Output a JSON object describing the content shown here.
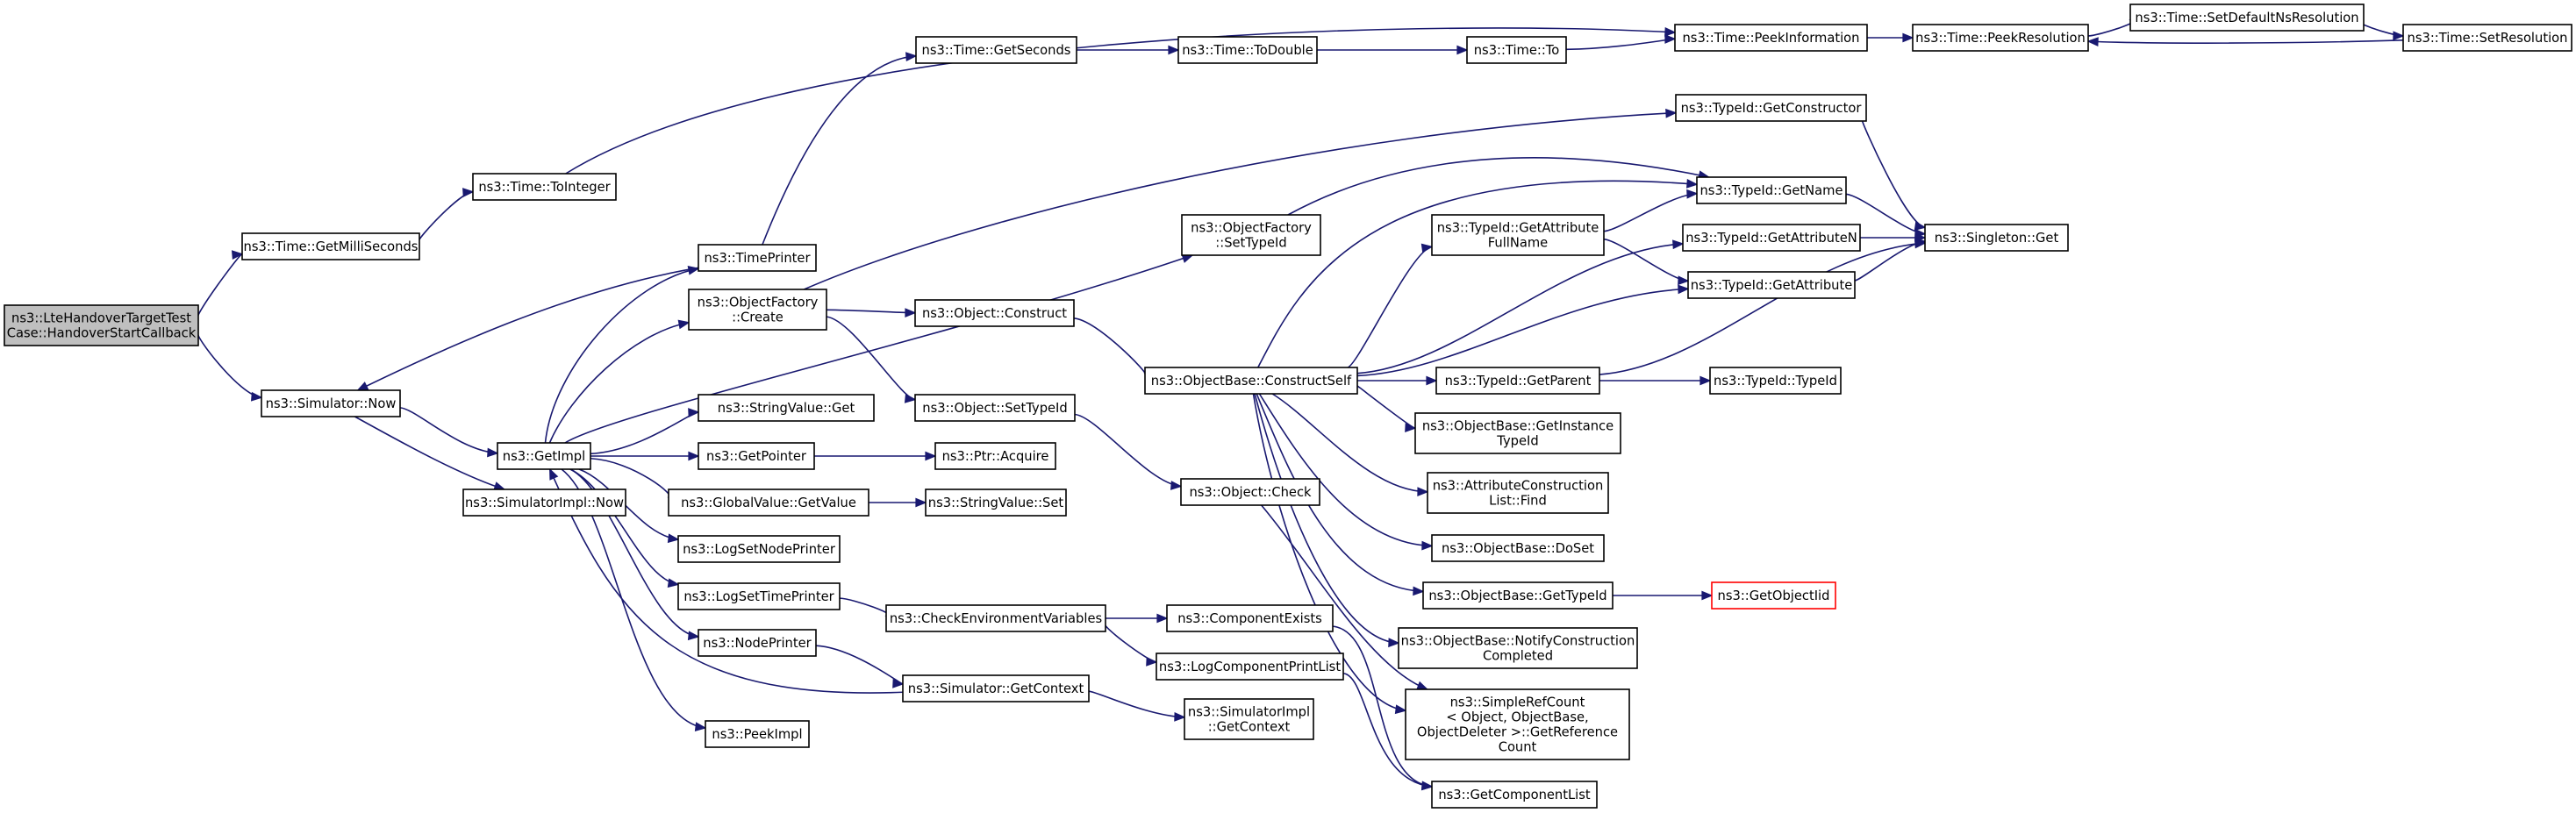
{
  "graph": {
    "type": "call-graph",
    "edge_color": "#191970",
    "highlight_fill": "#bfbfbf",
    "broken_link_color": "#ff0000",
    "nodes": [
      {
        "id": "root",
        "lines": [
          "ns3::LteHandoverTargetTest",
          "Case::HandoverStartCallback"
        ],
        "style": "root"
      },
      {
        "id": "getmilli",
        "lines": [
          "ns3::Time::GetMilliSeconds"
        ]
      },
      {
        "id": "now",
        "lines": [
          "ns3::Simulator::Now"
        ]
      },
      {
        "id": "tointeger",
        "lines": [
          "ns3::Time::ToInteger"
        ]
      },
      {
        "id": "peekinfo",
        "lines": [
          "ns3::Time::PeekInformation"
        ]
      },
      {
        "id": "peekres",
        "lines": [
          "ns3::Time::PeekResolution"
        ]
      },
      {
        "id": "setdefault",
        "lines": [
          "ns3::Time::SetDefaultNsResolution"
        ]
      },
      {
        "id": "setres",
        "lines": [
          "ns3::Time::SetResolution"
        ]
      },
      {
        "id": "getimpl",
        "lines": [
          "ns3::GetImpl"
        ]
      },
      {
        "id": "simimplnow",
        "lines": [
          "ns3::SimulatorImpl::Now"
        ]
      },
      {
        "id": "timeprinter",
        "lines": [
          "ns3::TimePrinter"
        ]
      },
      {
        "id": "getseconds",
        "lines": [
          "ns3::Time::GetSeconds"
        ]
      },
      {
        "id": "todouble",
        "lines": [
          "ns3::Time::ToDouble"
        ]
      },
      {
        "id": "timeto",
        "lines": [
          "ns3::Time::To"
        ]
      },
      {
        "id": "ofcreate",
        "lines": [
          "ns3::ObjectFactory",
          "::Create"
        ]
      },
      {
        "id": "stringget",
        "lines": [
          "ns3::StringValue::Get"
        ]
      },
      {
        "id": "getpointer",
        "lines": [
          "ns3::GetPointer"
        ]
      },
      {
        "id": "gvgetvalue",
        "lines": [
          "ns3::GlobalValue::GetValue"
        ]
      },
      {
        "id": "logsetnode",
        "lines": [
          "ns3::LogSetNodePrinter"
        ]
      },
      {
        "id": "logsettime",
        "lines": [
          "ns3::LogSetTimePrinter"
        ]
      },
      {
        "id": "nodeprinter",
        "lines": [
          "ns3::NodePrinter"
        ]
      },
      {
        "id": "peekimpl",
        "lines": [
          "ns3::PeekImpl"
        ]
      },
      {
        "id": "objconstruct",
        "lines": [
          "ns3::Object::Construct"
        ]
      },
      {
        "id": "objsettypeid",
        "lines": [
          "ns3::Object::SetTypeId"
        ]
      },
      {
        "id": "ptracquire",
        "lines": [
          "ns3::Ptr::Acquire"
        ]
      },
      {
        "id": "stringset",
        "lines": [
          "ns3::StringValue::Set"
        ]
      },
      {
        "id": "checkenv",
        "lines": [
          "ns3::CheckEnvironmentVariables"
        ]
      },
      {
        "id": "simgetcontext",
        "lines": [
          "ns3::Simulator::GetContext"
        ]
      },
      {
        "id": "ofsettypeid",
        "lines": [
          "ns3::ObjectFactory",
          "::SetTypeId"
        ]
      },
      {
        "id": "obconstructself",
        "lines": [
          "ns3::ObjectBase::ConstructSelf"
        ]
      },
      {
        "id": "objcheck",
        "lines": [
          "ns3::Object::Check"
        ]
      },
      {
        "id": "compexists",
        "lines": [
          "ns3::ComponentExists"
        ]
      },
      {
        "id": "logcompprint",
        "lines": [
          "ns3::LogComponentPrintList"
        ]
      },
      {
        "id": "simimplgetcontext",
        "lines": [
          "ns3::SimulatorImpl",
          "::GetContext"
        ]
      },
      {
        "id": "tidgetattrfull",
        "lines": [
          "ns3::TypeId::GetAttribute",
          "FullName"
        ]
      },
      {
        "id": "tidgetparent",
        "lines": [
          "ns3::TypeId::GetParent"
        ]
      },
      {
        "id": "obgetinstance",
        "lines": [
          "ns3::ObjectBase::GetInstance",
          "TypeId"
        ]
      },
      {
        "id": "acfind",
        "lines": [
          "ns3::AttributeConstruction",
          "List::Find"
        ]
      },
      {
        "id": "obdoset",
        "lines": [
          "ns3::ObjectBase::DoSet"
        ]
      },
      {
        "id": "obgettypeid",
        "lines": [
          "ns3::ObjectBase::GetTypeId"
        ]
      },
      {
        "id": "obnotify",
        "lines": [
          "ns3::ObjectBase::NotifyConstruction",
          "Completed"
        ]
      },
      {
        "id": "simplerefcount",
        "lines": [
          "ns3::SimpleRefCount",
          "< Object, ObjectBase,",
          "ObjectDeleter >::GetReference",
          "Count"
        ]
      },
      {
        "id": "getcomplist",
        "lines": [
          "ns3::GetComponentList"
        ]
      },
      {
        "id": "tidgetconstructor",
        "lines": [
          "ns3::TypeId::GetConstructor"
        ]
      },
      {
        "id": "tidgetname",
        "lines": [
          "ns3::TypeId::GetName"
        ]
      },
      {
        "id": "tidgetattrn",
        "lines": [
          "ns3::TypeId::GetAttributeN"
        ]
      },
      {
        "id": "tidgetattr",
        "lines": [
          "ns3::TypeId::GetAttribute"
        ]
      },
      {
        "id": "tidtypeid",
        "lines": [
          "ns3::TypeId::TypeId"
        ]
      },
      {
        "id": "getobjectiid",
        "lines": [
          "ns3::GetObjectIid"
        ],
        "style": "red"
      },
      {
        "id": "singletonget",
        "lines": [
          "ns3::Singleton::Get"
        ]
      }
    ],
    "edges": [
      [
        "root",
        "getmilli"
      ],
      [
        "root",
        "now"
      ],
      [
        "getmilli",
        "tointeger"
      ],
      [
        "tointeger",
        "peekinfo"
      ],
      [
        "peekinfo",
        "peekres"
      ],
      [
        "peekres",
        "setdefault"
      ],
      [
        "setdefault",
        "setres"
      ],
      [
        "setres",
        "peekres"
      ],
      [
        "now",
        "getimpl"
      ],
      [
        "now",
        "simimplnow"
      ],
      [
        "getimpl",
        "timeprinter"
      ],
      [
        "getimpl",
        "ofcreate"
      ],
      [
        "getimpl",
        "ofsettypeid"
      ],
      [
        "getimpl",
        "stringget"
      ],
      [
        "getimpl",
        "getpointer"
      ],
      [
        "getimpl",
        "gvgetvalue"
      ],
      [
        "getimpl",
        "logsetnode"
      ],
      [
        "getimpl",
        "logsettime"
      ],
      [
        "getimpl",
        "nodeprinter"
      ],
      [
        "getimpl",
        "peekimpl"
      ],
      [
        "timeprinter",
        "now"
      ],
      [
        "timeprinter",
        "getseconds"
      ],
      [
        "getseconds",
        "todouble"
      ],
      [
        "todouble",
        "timeto"
      ],
      [
        "timeto",
        "peekinfo"
      ],
      [
        "ofcreate",
        "tidgetconstructor"
      ],
      [
        "ofcreate",
        "objconstruct"
      ],
      [
        "ofcreate",
        "objsettypeid"
      ],
      [
        "objconstruct",
        "obconstructself"
      ],
      [
        "objsettypeid",
        "objcheck"
      ],
      [
        "getpointer",
        "ptracquire"
      ],
      [
        "gvgetvalue",
        "stringset"
      ],
      [
        "logsettime",
        "checkenv"
      ],
      [
        "checkenv",
        "compexists"
      ],
      [
        "checkenv",
        "logcompprint"
      ],
      [
        "nodeprinter",
        "simgetcontext"
      ],
      [
        "simgetcontext",
        "getimpl"
      ],
      [
        "simgetcontext",
        "simimplgetcontext"
      ],
      [
        "ofsettypeid",
        "tidgetname"
      ],
      [
        "obconstructself",
        "tidgetattrfull"
      ],
      [
        "obconstructself",
        "tidgetname"
      ],
      [
        "obconstructself",
        "tidgetattrn"
      ],
      [
        "obconstructself",
        "tidgetattr"
      ],
      [
        "obconstructself",
        "tidgetparent"
      ],
      [
        "obconstructself",
        "obgetinstance"
      ],
      [
        "obconstructself",
        "acfind"
      ],
      [
        "obconstructself",
        "obdoset"
      ],
      [
        "obconstructself",
        "obgettypeid"
      ],
      [
        "obconstructself",
        "obnotify"
      ],
      [
        "obconstructself",
        "simplerefcount"
      ],
      [
        "objcheck",
        "simplerefcount"
      ],
      [
        "tidgetattrfull",
        "tidgetname"
      ],
      [
        "tidgetattrfull",
        "tidgetattr"
      ],
      [
        "tidgetconstructor",
        "singletonget"
      ],
      [
        "tidgetname",
        "singletonget"
      ],
      [
        "tidgetattrn",
        "singletonget"
      ],
      [
        "tidgetattr",
        "singletonget"
      ],
      [
        "tidgetparent",
        "singletonget"
      ],
      [
        "tidgetparent",
        "tidtypeid"
      ],
      [
        "obgettypeid",
        "getobjectiid"
      ],
      [
        "compexists",
        "getcomplist"
      ],
      [
        "logcompprint",
        "getcomplist"
      ]
    ]
  }
}
